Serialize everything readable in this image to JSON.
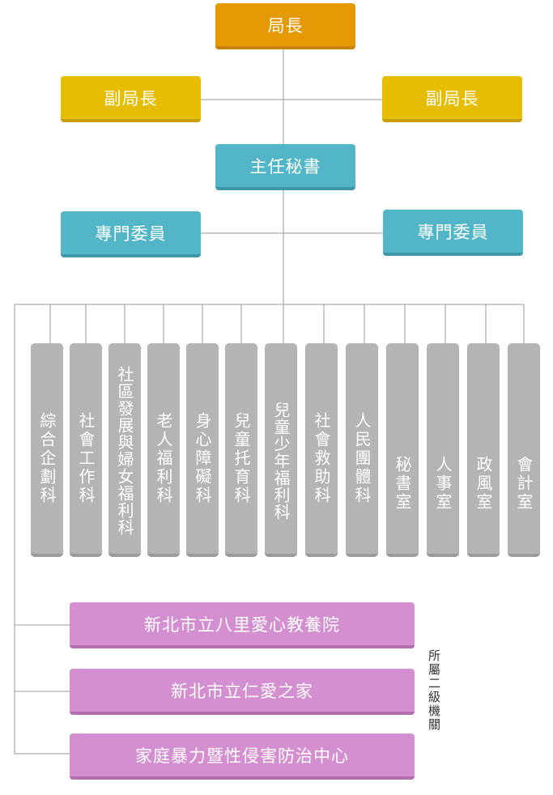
{
  "director": "局長",
  "deputies": [
    "副局長",
    "副局長"
  ],
  "chief_secretary": "主任秘書",
  "specialists": [
    "專門委員",
    "專門委員"
  ],
  "sections": [
    "綜合企劃科",
    "社會工作科",
    "社區發展與婦女福利科",
    "老人福利科",
    "身心障礙科",
    "兒童托育科",
    "兒童少年福利科",
    "社會救助科",
    "人民團體科",
    "秘書室",
    "人事室",
    "政風室",
    "會計室"
  ],
  "subordinate_agencies": [
    "新北市立八里愛心教養院",
    "新北市立仁愛之家",
    "家庭暴力暨性侵害防治中心"
  ],
  "subordinate_label": "所屬二級機關",
  "colors": {
    "director": "#e59a05",
    "deputy": "#e5bd05",
    "secretary": "#53b6c8",
    "section": "#b4b4b4",
    "agency": "#d38fcf",
    "line": "#9a9a9a"
  }
}
